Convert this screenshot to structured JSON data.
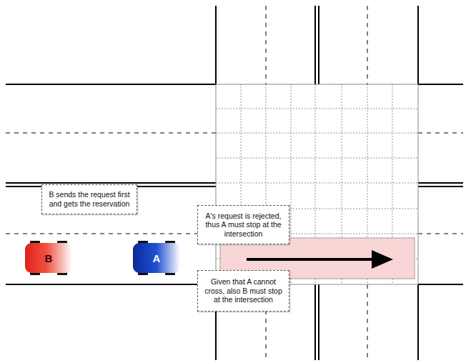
{
  "diagram": {
    "nodes": [
      {
        "text": [
          "B sends the request first and gets the reservation"
        ]
      },
      {
        "text": [
          "A's request is rejected, thus A must stop at the intersection"
        ]
      },
      {
        "text": [
          "B"
        ]
      },
      {
        "text": [
          "A"
        ]
      },
      {
        "text": [
          "Given that A cannot cross, also B must stop at the intersection"
        ]
      }
    ]
  }
}
